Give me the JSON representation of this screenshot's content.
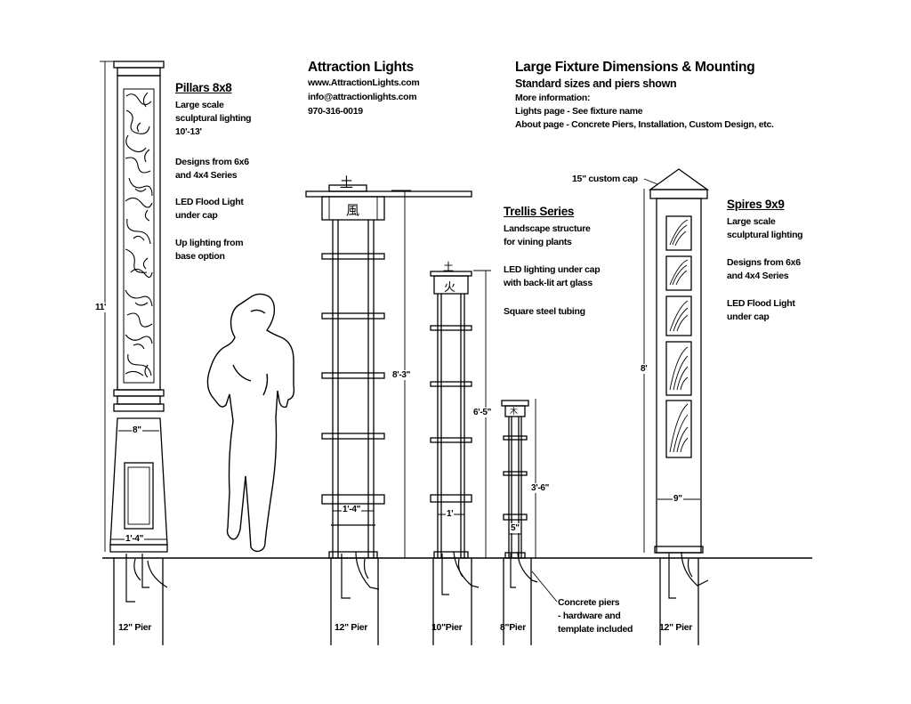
{
  "company": {
    "name": "Attraction Lights",
    "website": "www.AttractionLights.com",
    "email": "info@attractionlights.com",
    "phone": "970-316-0019"
  },
  "header": {
    "title": "Large Fixture Dimensions & Mounting",
    "subtitle": "Standard sizes and piers shown",
    "more_info_label": "More information:",
    "lights_page": "Lights page - See fixture name",
    "about_page": "About page - Concrete Piers, Installation, Custom Design, etc."
  },
  "pillars": {
    "title": "Pillars 8x8",
    "lines": [
      "Large scale",
      "sculptural lighting",
      "10'-13'",
      "",
      "Designs from 6x6",
      "and 4x4 Series",
      "",
      "LED Flood Light",
      "under cap",
      "",
      "Up lighting from",
      "base option"
    ],
    "height": "11'",
    "base_top_width": "8\"",
    "base_width": "1'-4\"",
    "pier": "12\" Pier"
  },
  "trellis": {
    "title": "Trellis Series",
    "lines": [
      "Landscape structure",
      "for vining plants",
      "",
      "LED lighting under cap",
      "with back-lit art glass",
      "",
      "Square steel tubing"
    ],
    "large": {
      "height": "8'-3\"",
      "width": "1'-4\"",
      "pier": "12\" Pier",
      "glyph_top": "土",
      "glyph_panel": "風"
    },
    "medium": {
      "height": "6'-5\"",
      "width": "1'",
      "pier": "10\"Pier",
      "glyph_top": "土",
      "glyph_panel": "火"
    },
    "small": {
      "height": "3'-6\"",
      "width": "5\"",
      "pier": "8\"Pier",
      "glyph_panel": "木"
    }
  },
  "spires": {
    "title": "Spires 9x9",
    "lines": [
      "Large scale",
      "sculptural lighting",
      "",
      "Designs from 6x6",
      "and 4x4 Series",
      "",
      "LED Flood Light",
      "under cap"
    ],
    "cap_label": "15\" custom cap",
    "height": "8'",
    "width": "9\"",
    "pier": "12\" Pier"
  },
  "piers_note": [
    "Concrete piers",
    "- hardware and",
    "template included"
  ]
}
